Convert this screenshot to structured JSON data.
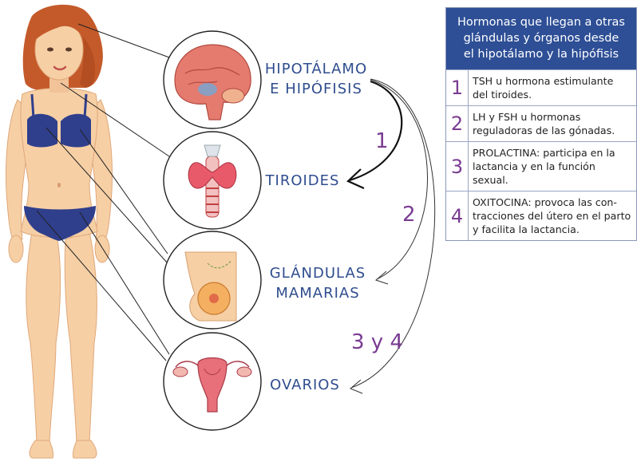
{
  "organs": {
    "hypothalamus": [
      "HIPOTÁLAMO",
      "E HIPÓFISIS"
    ],
    "thyroid": "TIROIDES",
    "mammary": [
      "GLÁNDULAS",
      "MAMARIAS"
    ],
    "ovaries": "OVARIOS"
  },
  "arrows": {
    "one": "1",
    "two": "2",
    "three_four": "3 y 4"
  },
  "panel": {
    "title": [
      "Hormonas que llegan a otras",
      "glándulas y órganos desde",
      "el hipotálamo y la hipófisis"
    ],
    "rows": [
      {
        "num": "1",
        "lines": [
          "TSH u hormona estimulante",
          "del tiroides."
        ]
      },
      {
        "num": "2",
        "lines": [
          "LH y FSH u hormonas",
          "reguladoras de las gónadas."
        ]
      },
      {
        "num": "3",
        "lines": [
          "PROLACTINA: participa en la",
          "lactancia y en la función sexual."
        ]
      },
      {
        "num": "4",
        "lines": [
          "OXITOCINA: provoca las con-",
          "tracciones del útero en el parto",
          "y facilita la lactancia."
        ]
      }
    ]
  },
  "colors": {
    "label_blue": "#2f4d8e",
    "number_purple": "#7a3c92",
    "panel_header": "#2e4f96",
    "skin": "#f6cfa5",
    "bikini": "#2f3f8c",
    "hair": "#c45a2a"
  }
}
